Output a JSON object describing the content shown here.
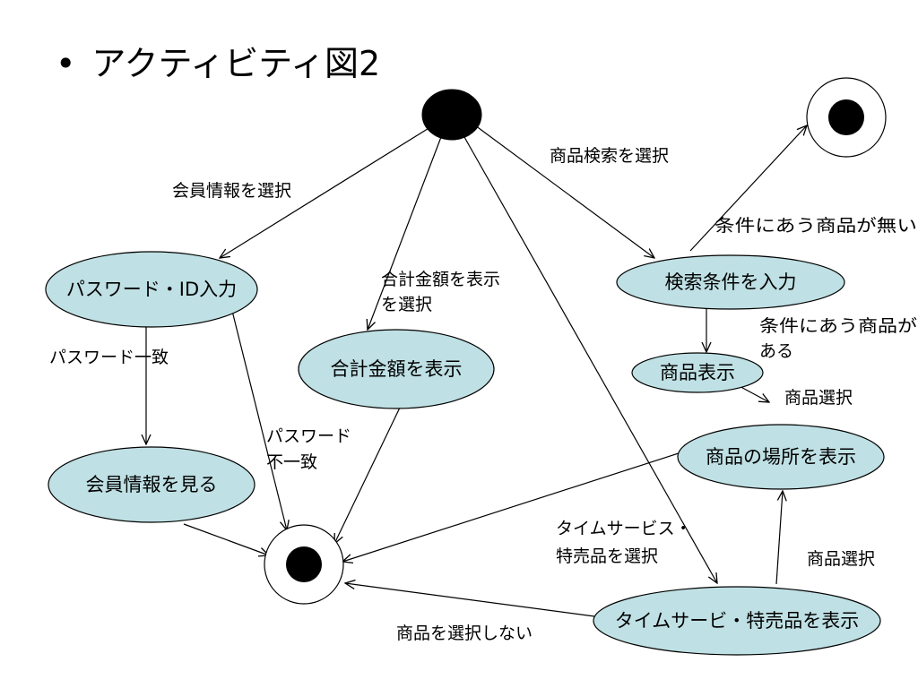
{
  "slide": {
    "bullet": "•",
    "title": "アクティビティ図2"
  },
  "colors": {
    "node_fill": "#bfe0e4",
    "stroke": "#000000",
    "initial_fill": "#000000",
    "background": "#ffffff"
  },
  "nodes": {
    "password_id": "パスワード・ID入力",
    "member_info_view": "会員情報を見る",
    "total_display": "合計金額を表示",
    "search_input": "検索条件を入力",
    "product_display": "商品表示",
    "location_display": "商品の場所を表示",
    "timesale_display": "タイムサービ・特売品を表示"
  },
  "edges": {
    "select_member_info": "会員情報を選択",
    "select_total_line1": "合計金額を表示",
    "select_total_line2": "を選択",
    "select_search": "商品検索を選択",
    "password_match": "パスワード一致",
    "password_mismatch_line1": "パスワード",
    "password_mismatch_line2": "不一致",
    "no_match_product": "条件にあう商品が無い",
    "match_product_line1": "条件にあう商品が",
    "match_product_line2": "ある",
    "product_select_1": "商品選択",
    "timesale_select_line1": "タイムサービス・",
    "timesale_select_line2": "特売品を選択",
    "product_select_2": "商品選択",
    "not_select_product": "商品を選択しない"
  }
}
